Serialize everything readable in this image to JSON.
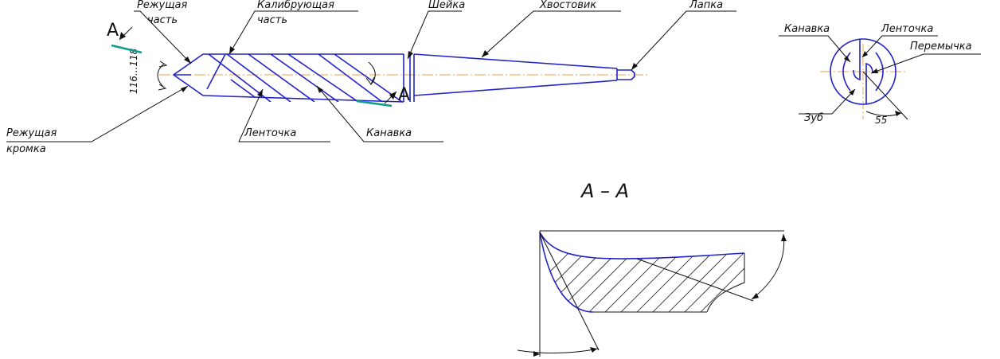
{
  "labels": {
    "cutting_part": "Режущая\nчасть",
    "calibrating_part": "Калибрующая\nчасть",
    "neck": "Шейка",
    "shank": "Хвостовик",
    "tang": "Лапка",
    "cutting_edge": "Режущая\nкромка",
    "land": "Ленточка",
    "flute": "Канавка",
    "tooth": "Зуб",
    "web": "Перемычка",
    "land_right": "Ленточка",
    "flute_right": "Канавка"
  },
  "section_marks": {
    "top": "A",
    "bottom": "A"
  },
  "section_title": "А – А",
  "angles": {
    "point_angle": "116...118",
    "helix_angle": "55"
  },
  "colors": {
    "contour": "#2323c8",
    "axis": "#e8a24a",
    "section_mark": "#109c8c",
    "leader": "#111111"
  }
}
